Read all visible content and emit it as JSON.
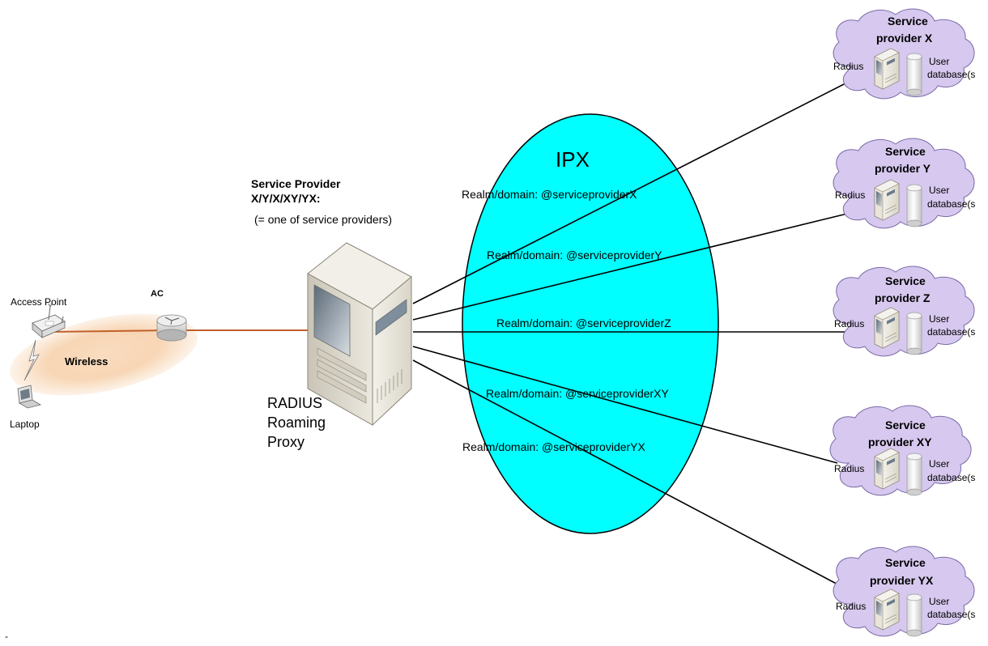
{
  "access_network": {
    "access_point_label": "Access Point",
    "ac_label": "AC",
    "wireless_label": "Wireless",
    "laptop_label": "Laptop"
  },
  "proxy": {
    "heading_line1": "Service Provider",
    "heading_line2": "X/Y/X/XY/YX:",
    "heading_note": "(= one of service providers)",
    "name_line1": "RADIUS",
    "name_line2": "Roaming",
    "name_line3": "Proxy"
  },
  "ipx": {
    "label": "IPX",
    "realms": [
      "Realm/domain: @serviceproviderX",
      "Realm/domain: @serviceproviderY",
      "Realm/domain: @serviceproviderZ",
      "Realm/domain: @serviceproviderXY",
      "Realm/domain: @serviceproviderYX"
    ]
  },
  "providers": [
    {
      "title_line1": "Service",
      "title_line2": "provider X",
      "radius_label": "Radius",
      "db_line1": "User",
      "db_line2": "database(s"
    },
    {
      "title_line1": "Service",
      "title_line2": "provider Y",
      "radius_label": "Radius",
      "db_line1": "User",
      "db_line2": "database(s"
    },
    {
      "title_line1": "Service",
      "title_line2": "provider Z",
      "radius_label": "Radius",
      "db_line1": "User",
      "db_line2": "database(s"
    },
    {
      "title_line1": "Service",
      "title_line2": "provider XY",
      "radius_label": "Radius",
      "db_line1": "User",
      "db_line2": "database(s"
    },
    {
      "title_line1": "Service",
      "title_line2": "provider YX",
      "radius_label": "Radius",
      "db_line1": "User",
      "db_line2": "database(s"
    }
  ],
  "footer_mark": "-",
  "colors": {
    "ipx_fill": "#00ffff",
    "cloud_fill": "#d6c8ee",
    "cloud_stroke": "#7a6aa8",
    "wireless_glow": "#f6cfa8",
    "link_orange": "#c0602a",
    "line": "#000000"
  }
}
